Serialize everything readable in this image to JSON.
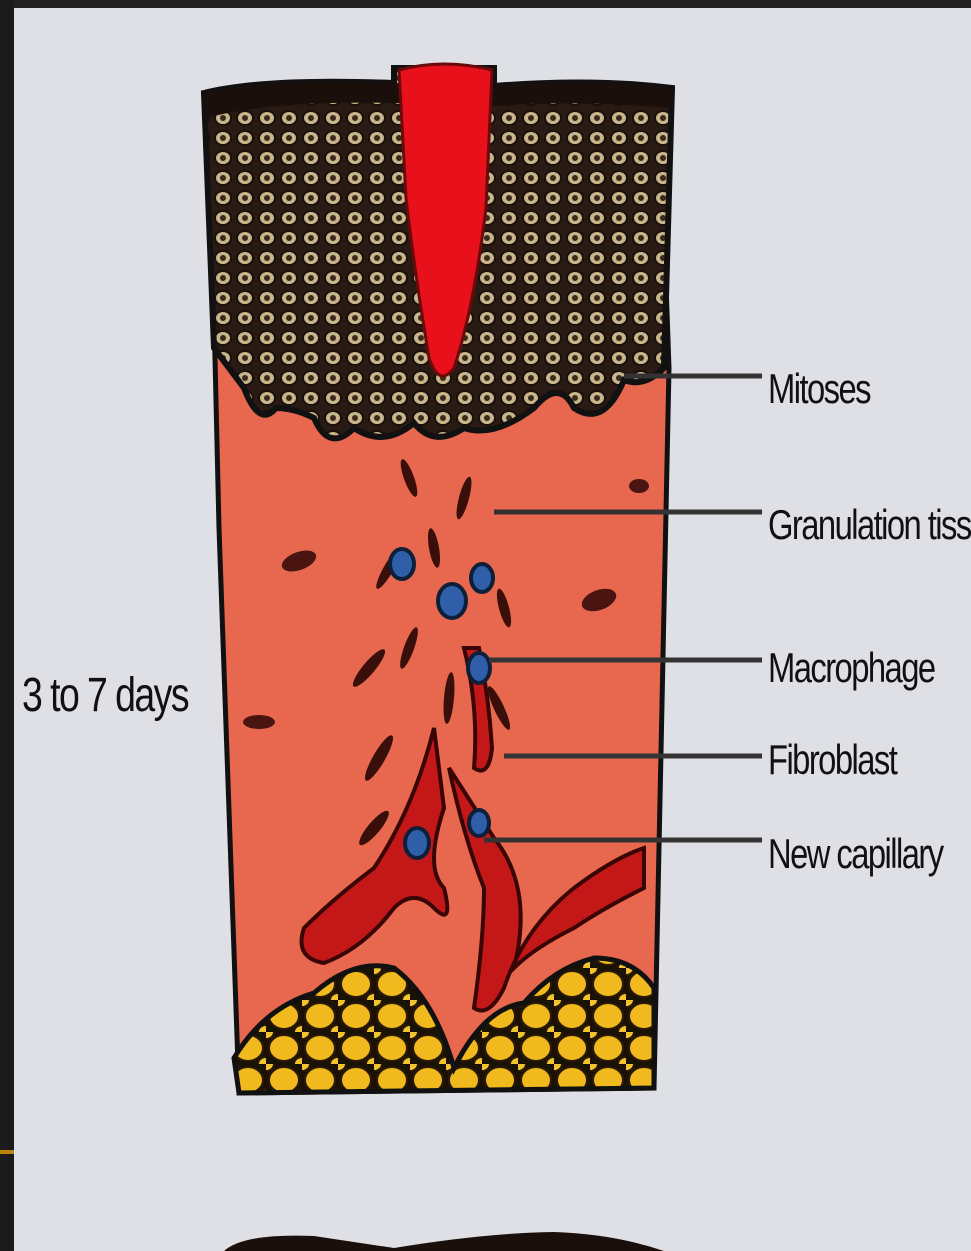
{
  "time_label": "3 to 7 days",
  "labels": {
    "mitoses": "Mitoses",
    "granulation": "Granulation tissu",
    "macrophage": "Macrophage",
    "fibroblast": "Fibroblast",
    "new_capillary": "New capillary"
  },
  "colors": {
    "background": "#dfe0e6",
    "dermis": "#e8684f",
    "wound_clot": "#e8101a",
    "epidermis_dark": "#2a1a14",
    "epidermis_cells": "#c9b58a",
    "fat": "#f0b91e",
    "capillary": "#c41818",
    "macrophage": "#2f5fa8",
    "leader_line": "#333333"
  }
}
